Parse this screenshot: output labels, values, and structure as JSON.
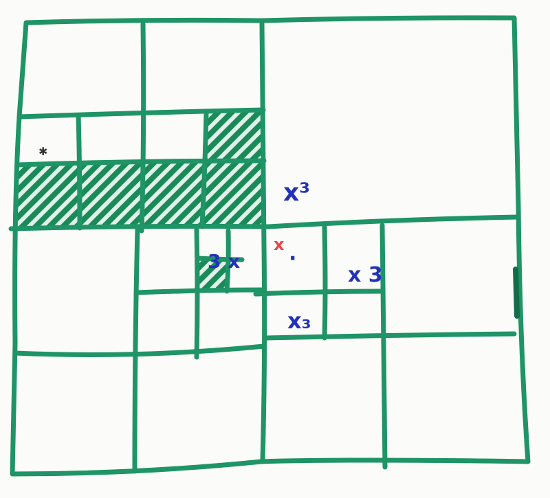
{
  "board": {
    "pen_color": "#1f9466",
    "fill_color": "#1a8a58",
    "marker_blue": "#2233b8",
    "marker_red": "#e04848",
    "background": "#fbfbf9"
  },
  "labels": {
    "top_right_label": "x³",
    "middle_label": "3 x",
    "right_label": "x 3",
    "bottom_label": "x₃",
    "red_cross": "x",
    "blue_dot": "·"
  }
}
